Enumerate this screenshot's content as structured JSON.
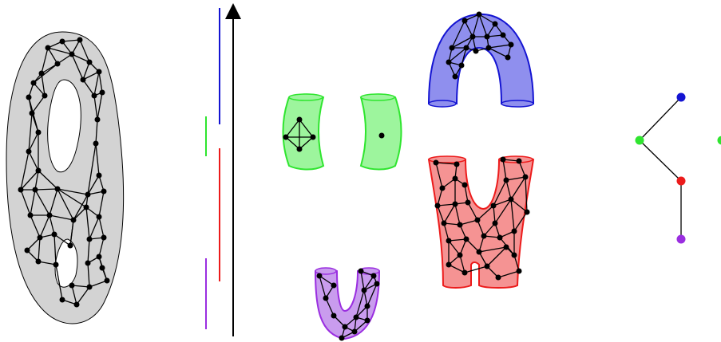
{
  "colors": {
    "surface_fill": "#d3d3d3",
    "blue": "#1414d2",
    "blue_fill": "#8f8fee",
    "green": "#2fe52f",
    "green_fill": "#9df59d",
    "red": "#ec1b1b",
    "red_fill": "#f59393",
    "purple": "#9a2ee0",
    "purple_fill": "#c99cee",
    "black": "#000000"
  },
  "diagram": {
    "description_free": true,
    "axis_arrow": "upward",
    "pieces": [
      "surface",
      "interval-levels",
      "green-pieces",
      "blue-arch",
      "red-w-piece",
      "purple-u-piece",
      "reeb-graph"
    ],
    "reeb_graph_nodes": [
      "blue",
      "green",
      "red",
      "purple"
    ]
  }
}
